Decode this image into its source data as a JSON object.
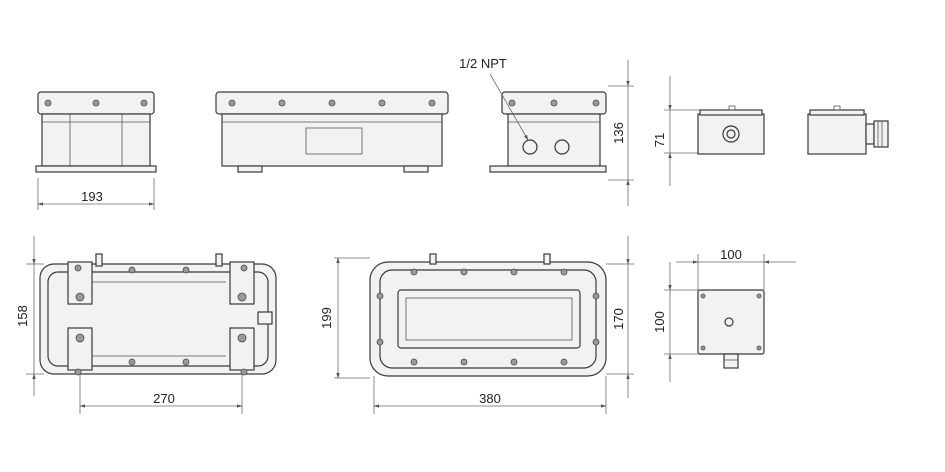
{
  "annotations": {
    "thread": "1/2 NPT"
  },
  "dimensions": {
    "side_view_width": "193",
    "side_view_height": "136",
    "junction_box_height": "71",
    "top_view_height": "158",
    "mount_spacing": "270",
    "bottom_view_height": "199",
    "window_height": "170",
    "overall_length": "380",
    "junction_box_width": "100",
    "junction_box_depth": "100"
  }
}
